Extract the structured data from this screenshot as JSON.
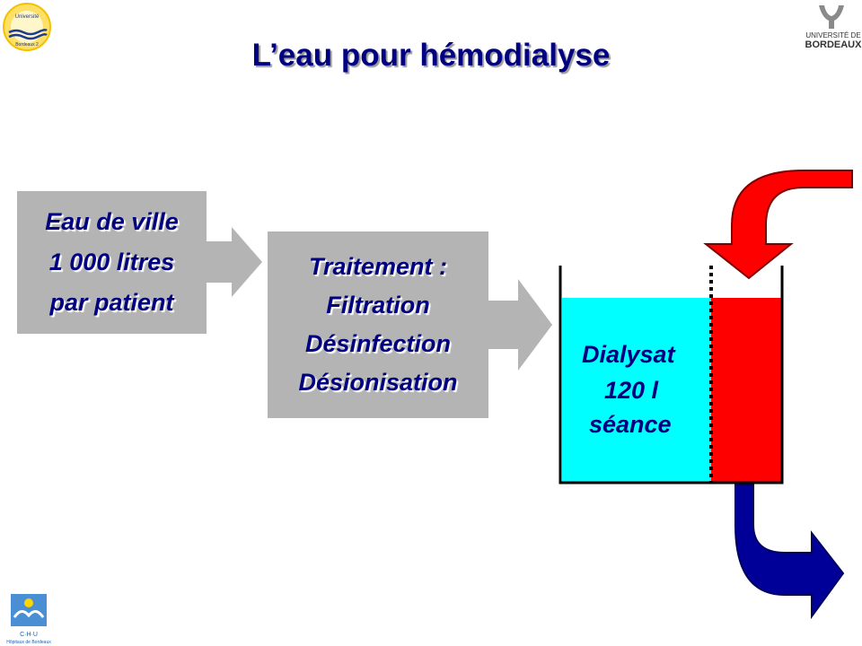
{
  "title": "L’eau pour hémodialyse",
  "source_box": {
    "lines": [
      "Eau de ville",
      "1 000 litres",
      "par patient"
    ]
  },
  "treatment_box": {
    "lines": [
      "Traitement :",
      "Filtration",
      "Désinfection",
      "Désionisation"
    ]
  },
  "tank": {
    "lines": [
      "Dialysat",
      "120 l",
      "séance"
    ]
  },
  "logos": {
    "top_left": {
      "name": "universite-bordeaux-2-logo",
      "text_line1": "Université",
      "text_line2": "Bordeaux 2"
    },
    "top_right": {
      "name": "universite-de-bordeaux-logo",
      "text_line1": "UNIVERSITÉ DE",
      "text_line2": "BORDEAUX"
    },
    "bottom_left": {
      "name": "chu-logo",
      "text_line1": "C·H·U",
      "text_line2": "Hôpitaux de Bordeaux"
    }
  },
  "colors": {
    "title": "#000080",
    "box_fill": "#b4b4b4",
    "arrow_gray": "#b4b4b4",
    "dialysate": "#00ffff",
    "used_fluid": "#ff0000",
    "inflow_arrow": "#ff0000",
    "outflow_arrow": "#000099"
  }
}
